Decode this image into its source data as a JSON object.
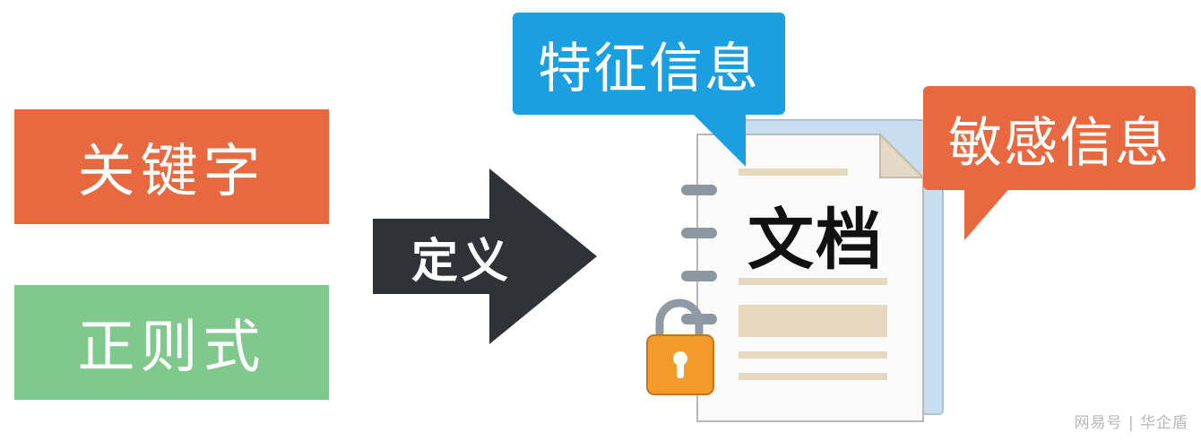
{
  "left_boxes": {
    "keyword": "关键字",
    "regex": "正则式"
  },
  "arrow": {
    "label": "定义"
  },
  "document": {
    "title": "文档"
  },
  "bubbles": {
    "feature": "特征信息",
    "sensitive": "敏感信息"
  },
  "watermark": "网易号 | 华企盾",
  "colors": {
    "orange": "#e8683f",
    "green": "#80c98d",
    "blue": "#1a9fe0",
    "dark": "#2f3338",
    "lock": "#f39a2b"
  },
  "icons": {
    "document": "notebook-document-icon",
    "lock": "padlock-icon"
  }
}
